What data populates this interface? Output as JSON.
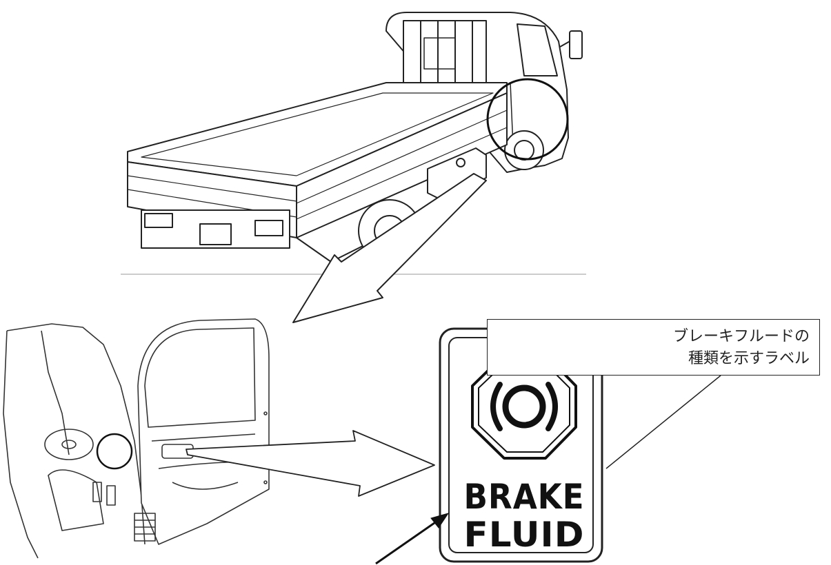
{
  "label_plate": {
    "line1": "BRAKE",
    "line2": "FLUID"
  },
  "callout": {
    "line1": "ブレーキフルードの",
    "line2": "種類を示すラベル"
  },
  "icons": {
    "brake_symbol": "brake-warning-octagon-icon"
  },
  "colors": {
    "line": "#222222",
    "background": "#ffffff"
  }
}
